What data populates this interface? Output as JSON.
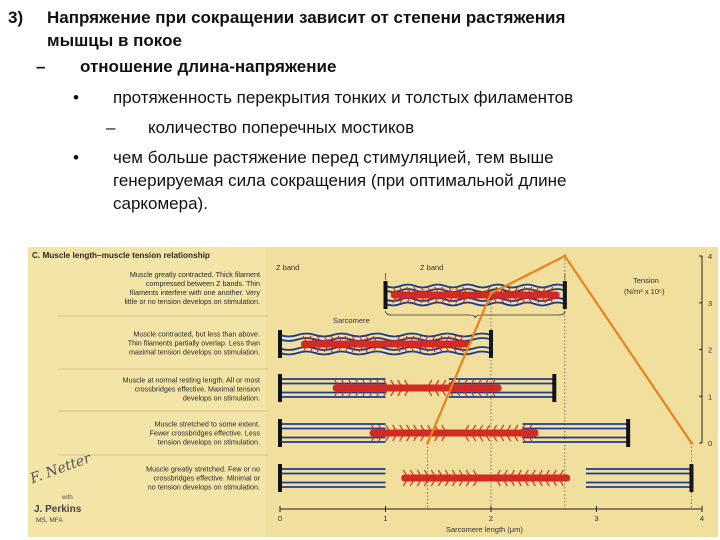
{
  "slide": {
    "number": "3)",
    "lines": [
      "Напряжение при сокращении зависит от степени растяжения",
      "мышцы в покое",
      "отношение длина-напряжение",
      "протяженность перекрытия тонких и толстых филаментов",
      "количество поперечных мостиков",
      "чем больше растяжение перед стимуляцией, тем выше",
      "генерируемая сила сокращения (при оптимальной длине",
      "саркомера)."
    ],
    "dash": "–",
    "bullet": "•"
  },
  "figure": {
    "title": "C. Muscle length–muscle tension relationship",
    "zband_left": "Z band",
    "zband_right": "Z band",
    "sarcomere_label": "Sarcomere",
    "tension_label_1": "Tension",
    "tension_label_2": "(N/m² x 10⁵)",
    "xaxis_label": "Sarcomere length (μm)",
    "signature_1": "F. Netter",
    "signature_2": "with",
    "signature_3": "J. Perkins",
    "signature_4": "MS, MFA",
    "rows": [
      {
        "text": [
          "Muscle greatly contracted. Thick filament",
          "compressed between Z bands. Thin",
          "filaments interfere with one another. Very",
          "little or no tension develops on stimulation."
        ]
      },
      {
        "text": [
          "Muscle contracted, but less than above.",
          "Thin filaments partially overlap. Less than",
          "maximal tension develops on stimulation."
        ]
      },
      {
        "text": [
          "Muscle at normal resting length. All or most",
          "crossbridges effective. Maximal tension",
          "develops on stimulation."
        ]
      },
      {
        "text": [
          "Muscle stretched to some extent.",
          "Fewer crossbridges effective. Less",
          "tension develops on stimulation."
        ]
      },
      {
        "text": [
          "Muscle greatly stretched. Few or no",
          "crossbridges effective. Minimal or",
          "no tension develops on stimulation."
        ]
      }
    ]
  },
  "chart_data": {
    "type": "line",
    "title": "C. Muscle length–muscle tension relationship",
    "xlabel": "Sarcomere length (μm)",
    "ylabel": "Tension (N/m² x 10⁵)",
    "xlim": [
      0,
      4
    ],
    "ylim": [
      0,
      4
    ],
    "x_ticks": [
      "0",
      "1",
      "2",
      "3",
      "4"
    ],
    "y_ticks": [
      "0",
      "1",
      "2",
      "3",
      "4"
    ],
    "series": [
      {
        "x": [
          1.4,
          2.0,
          2.7,
          3.9
        ],
        "y": [
          0.0,
          3.2,
          4.0,
          0.0
        ]
      }
    ],
    "colors": {
      "line": "#e8821c",
      "filament": "#d42a22",
      "thin_filament": "#1d3b8c",
      "background": "#f1df9e"
    }
  }
}
